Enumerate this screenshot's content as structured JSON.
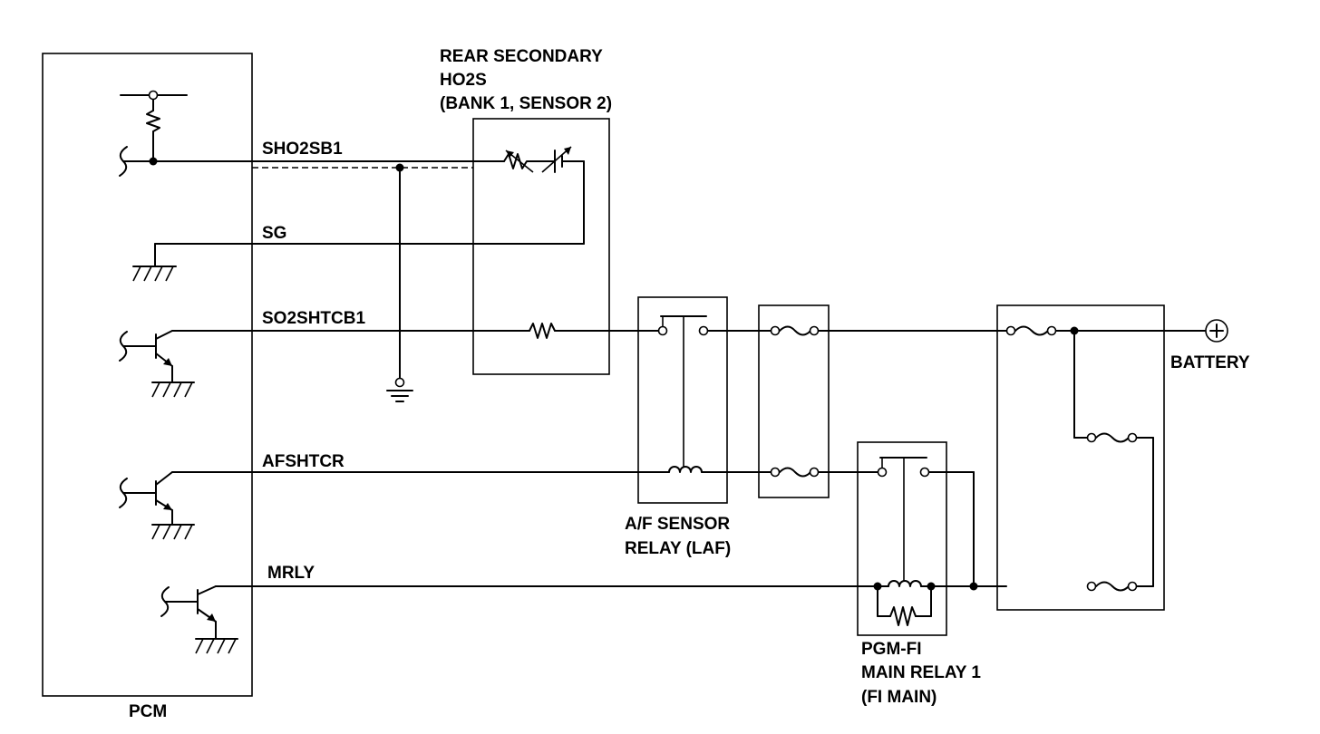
{
  "labels": {
    "pcm": "PCM",
    "ho2s_line1": "REAR SECONDARY",
    "ho2s_line2": "HO2S",
    "ho2s_line3": "(BANK 1, SENSOR 2)",
    "sho2sb1": "SHO2SB1",
    "sg": "SG",
    "so2shtcb1": "SO2SHTCB1",
    "afshtcr": "AFSHTCR",
    "mrly": "MRLY",
    "afrelay_line1": "A/F SENSOR",
    "afrelay_line2": "RELAY (LAF)",
    "pgmfi_line1": "PGM-FI",
    "pgmfi_line2": "MAIN RELAY 1",
    "pgmfi_line3": "(FI MAIN)",
    "battery": "BATTERY"
  }
}
